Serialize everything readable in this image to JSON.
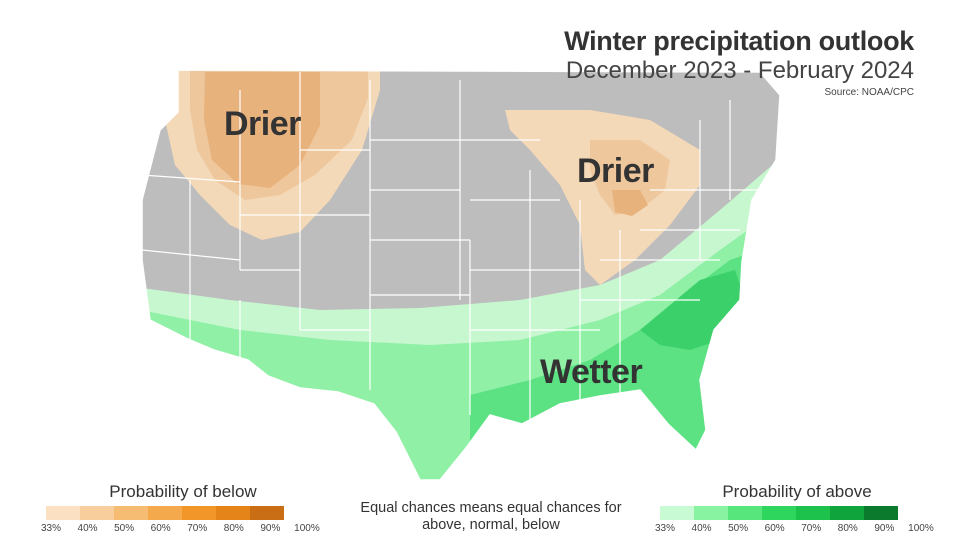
{
  "title": "Winter precipitation outlook",
  "subtitle": "December 2023 - February 2024",
  "source": "Source: NOAA/CPC",
  "labels": {
    "drier_west": "Drier",
    "drier_great_lakes": "Drier",
    "wetter": "Wetter"
  },
  "legend_below": {
    "title": "Probability of below",
    "ticks": [
      "33%",
      "40%",
      "50%",
      "60%",
      "70%",
      "80%",
      "90%",
      "100%"
    ],
    "colors": [
      "#fbe1c2",
      "#f8cf9c",
      "#f6bc74",
      "#f4a94c",
      "#f3962a",
      "#e58419",
      "#c96e14"
    ]
  },
  "legend_above": {
    "title": "Probability of above",
    "ticks": [
      "33%",
      "40%",
      "50%",
      "60%",
      "70%",
      "80%",
      "90%",
      "100%"
    ],
    "colors": [
      "#c8fbd3",
      "#88f4a2",
      "#56e67c",
      "#2fd65e",
      "#1cc24c",
      "#10a53c",
      "#0b7a2c"
    ]
  },
  "note": "Equal chances means equal chances for above, normal, below",
  "colors": {
    "equal_chances": "#bdbdbd",
    "state_border": "#ffffff",
    "drier_light": "#f4d9b8",
    "drier_mid": "#eec79d",
    "drier_dark": "#e8b27c",
    "wetter_light": "#c6f7cf",
    "wetter_mid": "#8ff0a6",
    "wetter_dark": "#5ce283",
    "wetter_darkest": "#3cd06a"
  }
}
